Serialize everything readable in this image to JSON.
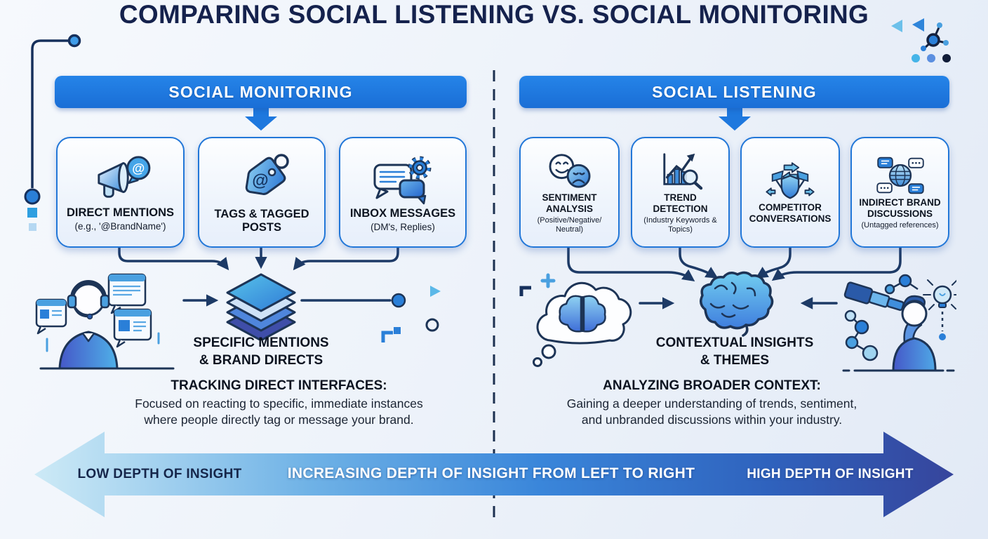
{
  "title": "COMPARING SOCIAL LISTENING VS. SOCIAL MONITORING",
  "monitoring": {
    "header": "SOCIAL MONITORING",
    "cards": [
      {
        "title": "DIRECT MENTIONS",
        "subtitle": "(e.g., '@BrandName')",
        "icon": "megaphone-at-icon"
      },
      {
        "title": "TAGS & TAGGED POSTS",
        "subtitle": "",
        "icon": "tag-at-icon"
      },
      {
        "title": "INBOX MESSAGES",
        "subtitle": "(DM's, Replies)",
        "icon": "chat-gear-icon"
      }
    ],
    "result_line1": "SPECIFIC MENTIONS",
    "result_line2": "& BRAND DIRECTS",
    "summary_title": "TRACKING DIRECT INTERFACES:",
    "summary_line1": "Focused on reacting to specific, immediate instances",
    "summary_line2": "where people directly tag or message your brand."
  },
  "listening": {
    "header": "SOCIAL LISTENING",
    "cards": [
      {
        "title": "SENTIMENT ANALYSIS",
        "subtitle": "(Positive/Negative/ Neutral)",
        "icon": "sentiment-faces-icon"
      },
      {
        "title": "TREND DETECTION",
        "subtitle": "(Industry Keywords & Topics)",
        "icon": "trend-chart-magnifier-icon"
      },
      {
        "title": "COMPETITOR CONVERSATIONS",
        "subtitle": "",
        "icon": "shield-flags-icon"
      },
      {
        "title": "INDIRECT BRAND DISCUSSIONS",
        "subtitle": "(Untagged references)",
        "icon": "globe-chat-icon"
      }
    ],
    "result_line1": "CONTEXTUAL INSIGHTS",
    "result_line2": "& THEMES",
    "summary_title": "ANALYZING BROADER CONTEXT:",
    "summary_line1": "Gaining a deeper understanding of trends, sentiment,",
    "summary_line2": "and unbranded discussions within your industry."
  },
  "axis": {
    "left_label": "LOW DEPTH OF INSIGHT",
    "center_label": "INCREASING DEPTH OF INSIGHT FROM LEFT TO RIGHT",
    "right_label": "HIGH DEPTH OF INSIGHT"
  },
  "colors": {
    "header_blue": "#1e78de",
    "navy": "#1d3456",
    "arrow_gradient_start": "#cdeaf6",
    "arrow_gradient_end": "#36459c"
  }
}
